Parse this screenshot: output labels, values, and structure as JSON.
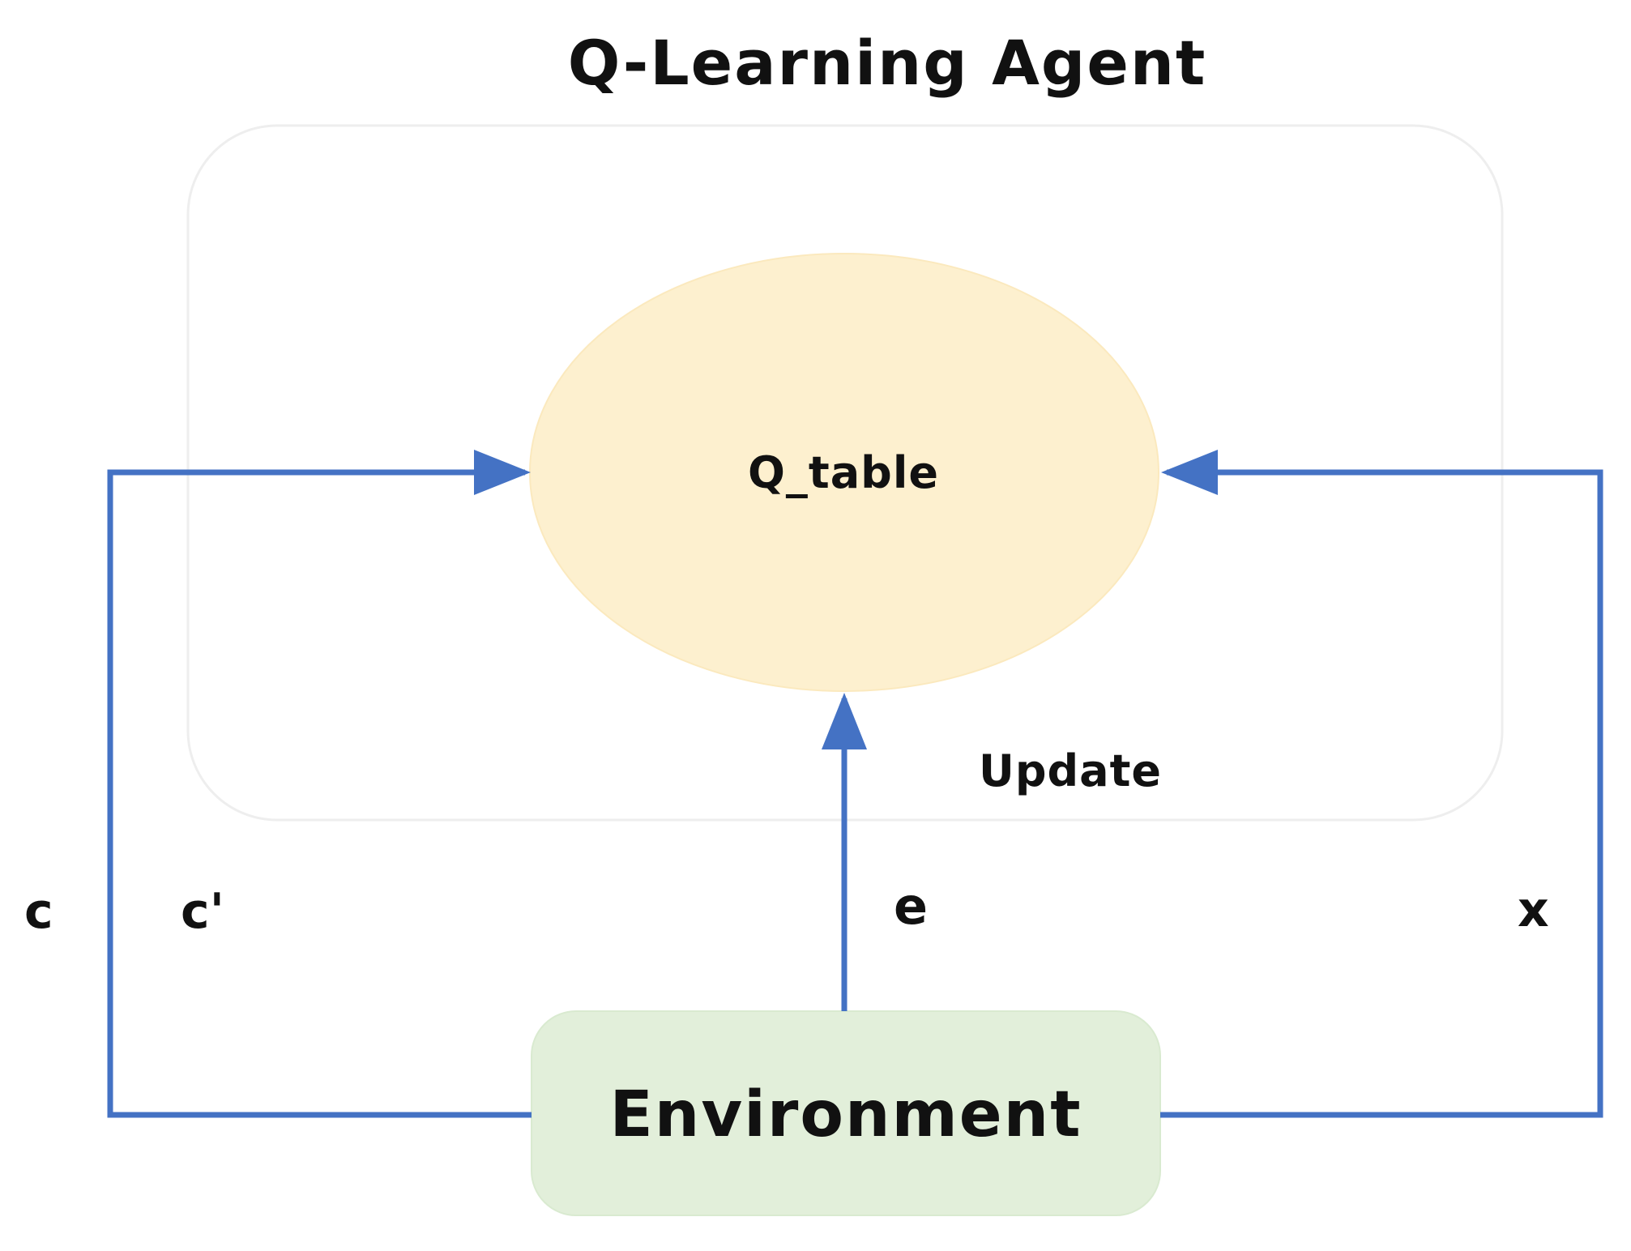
{
  "diagram": {
    "title": "Q-Learning Agent",
    "nodes": {
      "q_table": {
        "label": "Q_table",
        "fill": "#FDF0CF"
      },
      "environment": {
        "label": "Environment",
        "fill": "#E2EFDA"
      }
    },
    "update_label": "Update",
    "edges": {
      "left_outer": "c",
      "left_inner": "c'",
      "center": "e",
      "right": "x"
    },
    "colors": {
      "arrow": "#4472C4",
      "agent_box_border": "#EEEEEE",
      "text": "#111111"
    }
  }
}
